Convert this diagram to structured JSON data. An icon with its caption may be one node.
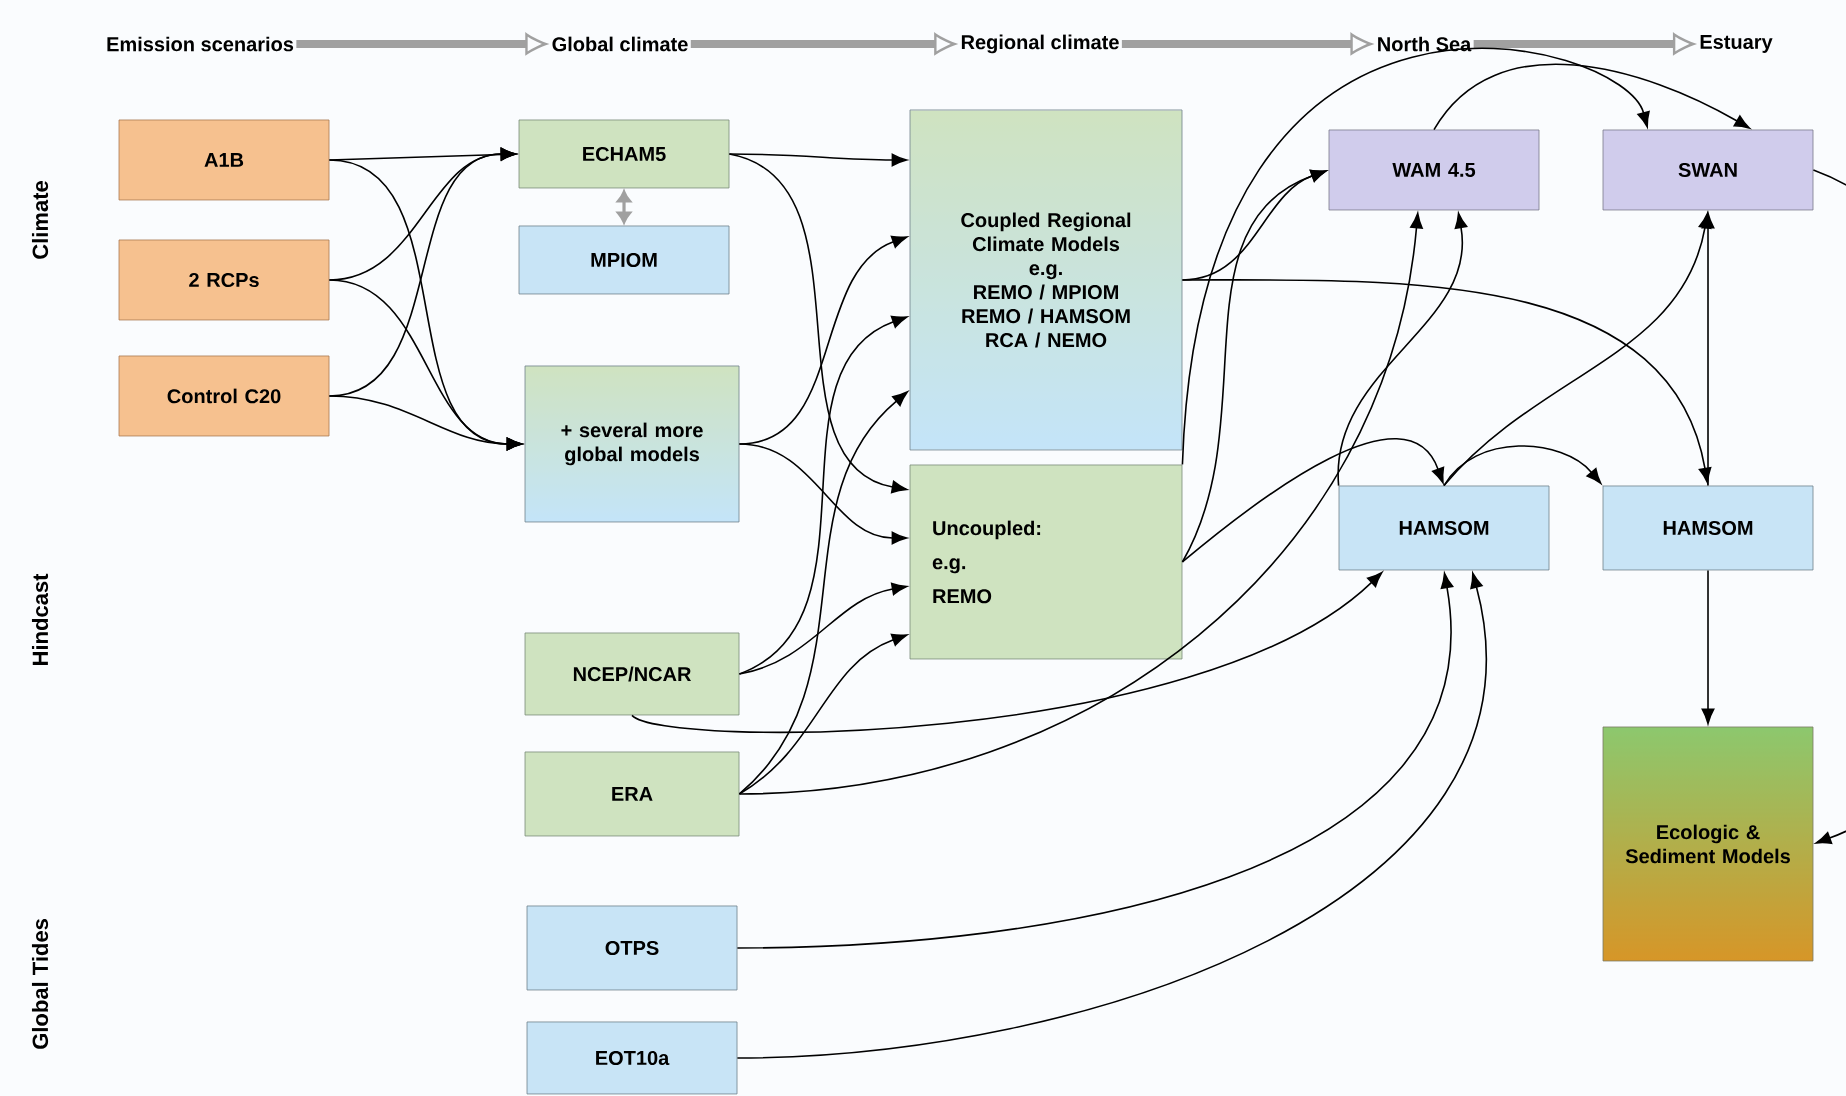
{
  "diagram": {
    "nodes": [
      {
        "text": [
          "Emission scenarios"
        ]
      },
      {
        "text": [
          "Global climate"
        ]
      },
      {
        "text": [
          "Regional climate"
        ]
      },
      {
        "text": [
          "North Sea"
        ]
      },
      {
        "text": [
          "Estuary"
        ]
      },
      {
        "text": [
          "A1B"
        ]
      },
      {
        "text": [
          "2 RCPs"
        ]
      },
      {
        "text": [
          "Control C20"
        ]
      },
      {
        "text": [
          "ECHAM5"
        ]
      },
      {
        "text": [
          "MPIOM"
        ]
      },
      {
        "text": [
          "+ several more global models"
        ]
      },
      {
        "text": [
          "Coupled Regional Climate Models",
          "e.g.",
          "REMO / MPIOM",
          "REMO / HAMSOM",
          "RCA / NEMO"
        ]
      },
      {
        "text": [
          "Uncoupled:",
          "e.g.",
          "REMO"
        ]
      },
      {
        "text": [
          "NCEP/NCAR"
        ]
      },
      {
        "text": [
          "ERA"
        ]
      },
      {
        "text": [
          "OTPS"
        ]
      },
      {
        "text": [
          "EOT10a"
        ]
      },
      {
        "text": [
          "WAM 4.5"
        ]
      },
      {
        "text": [
          "SWAN"
        ]
      },
      {
        "text": [
          "HAMSOM"
        ]
      },
      {
        "text": [
          "HAMSOM"
        ]
      },
      {
        "text": [
          "Ecologic & Sediment Models"
        ]
      }
    ],
    "edges": [
      {
        "from": 0,
        "to": 1,
        "arrow": "to",
        "style": "thick",
        "color": "#a0a0a0"
      },
      {
        "from": 1,
        "to": 2,
        "arrow": "to",
        "style": "thick",
        "color": "#a0a0a0"
      },
      {
        "from": 2,
        "to": 3,
        "arrow": "to",
        "style": "thick",
        "color": "#a0a0a0"
      },
      {
        "from": 3,
        "to": 4,
        "arrow": "to",
        "style": "thick",
        "color": "#a0a0a0"
      },
      {
        "from": 5,
        "to": 8,
        "arrow": "to"
      },
      {
        "from": 5,
        "to": 10,
        "arrow": "to"
      },
      {
        "from": 6,
        "to": 8,
        "arrow": "to"
      },
      {
        "from": 6,
        "to": 10,
        "arrow": "to"
      },
      {
        "from": 7,
        "to": 8,
        "arrow": "to"
      },
      {
        "from": 7,
        "to": 10,
        "arrow": "to"
      },
      {
        "from": 8,
        "to": 9,
        "arrow": "both",
        "color": "#a0a0a0"
      },
      {
        "from": 8,
        "to": 11,
        "arrow": "to"
      },
      {
        "from": 8,
        "to": 12,
        "arrow": "to"
      },
      {
        "from": 10,
        "to": 11,
        "arrow": "to"
      },
      {
        "from": 10,
        "to": 12,
        "arrow": "to"
      },
      {
        "from": 13,
        "to": 11,
        "arrow": "to"
      },
      {
        "from": 13,
        "to": 12,
        "arrow": "to"
      },
      {
        "from": 14,
        "to": 11,
        "arrow": "to"
      },
      {
        "from": 14,
        "to": 12,
        "arrow": "to"
      },
      {
        "from": 11,
        "to": 17,
        "arrow": "to"
      },
      {
        "from": 11,
        "to": 20,
        "arrow": "to"
      },
      {
        "from": 12,
        "to": 17,
        "arrow": "to"
      },
      {
        "from": 12,
        "to": 18,
        "arrow": "to"
      },
      {
        "from": 12,
        "to": 19,
        "arrow": "to"
      },
      {
        "from": 17,
        "to": 18,
        "arrow": "to"
      },
      {
        "from": 19,
        "to": 17,
        "arrow": "to"
      },
      {
        "from": 19,
        "to": 18,
        "arrow": "to"
      },
      {
        "from": 19,
        "to": 20,
        "arrow": "to"
      },
      {
        "from": 20,
        "to": 18,
        "arrow": "to"
      },
      {
        "from": 20,
        "to": 21,
        "arrow": "to"
      },
      {
        "from": 18,
        "to": 21,
        "arrow": "to"
      },
      {
        "from": 13,
        "to": 19,
        "arrow": "to"
      },
      {
        "from": 14,
        "to": 17,
        "arrow": "to"
      },
      {
        "from": 15,
        "to": 19,
        "arrow": "to"
      },
      {
        "from": 16,
        "to": 19,
        "arrow": "to"
      }
    ],
    "labels": [
      "Climate",
      "Hindcast",
      "Global Tides"
    ]
  }
}
